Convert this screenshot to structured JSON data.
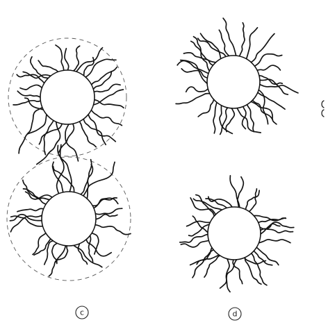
{
  "panels": [
    {
      "id": "c",
      "label": "c",
      "description_type": "bridged-pair"
    },
    {
      "id": "d",
      "label": "d",
      "description_type": "separated-pair"
    }
  ],
  "colors": {
    "ink": "#141414",
    "core_fill": "#ffffff",
    "background": "#ffffff"
  },
  "icons": {
    "core": "particle-core",
    "chain": "polymer-chain",
    "label": "circled-letter"
  }
}
